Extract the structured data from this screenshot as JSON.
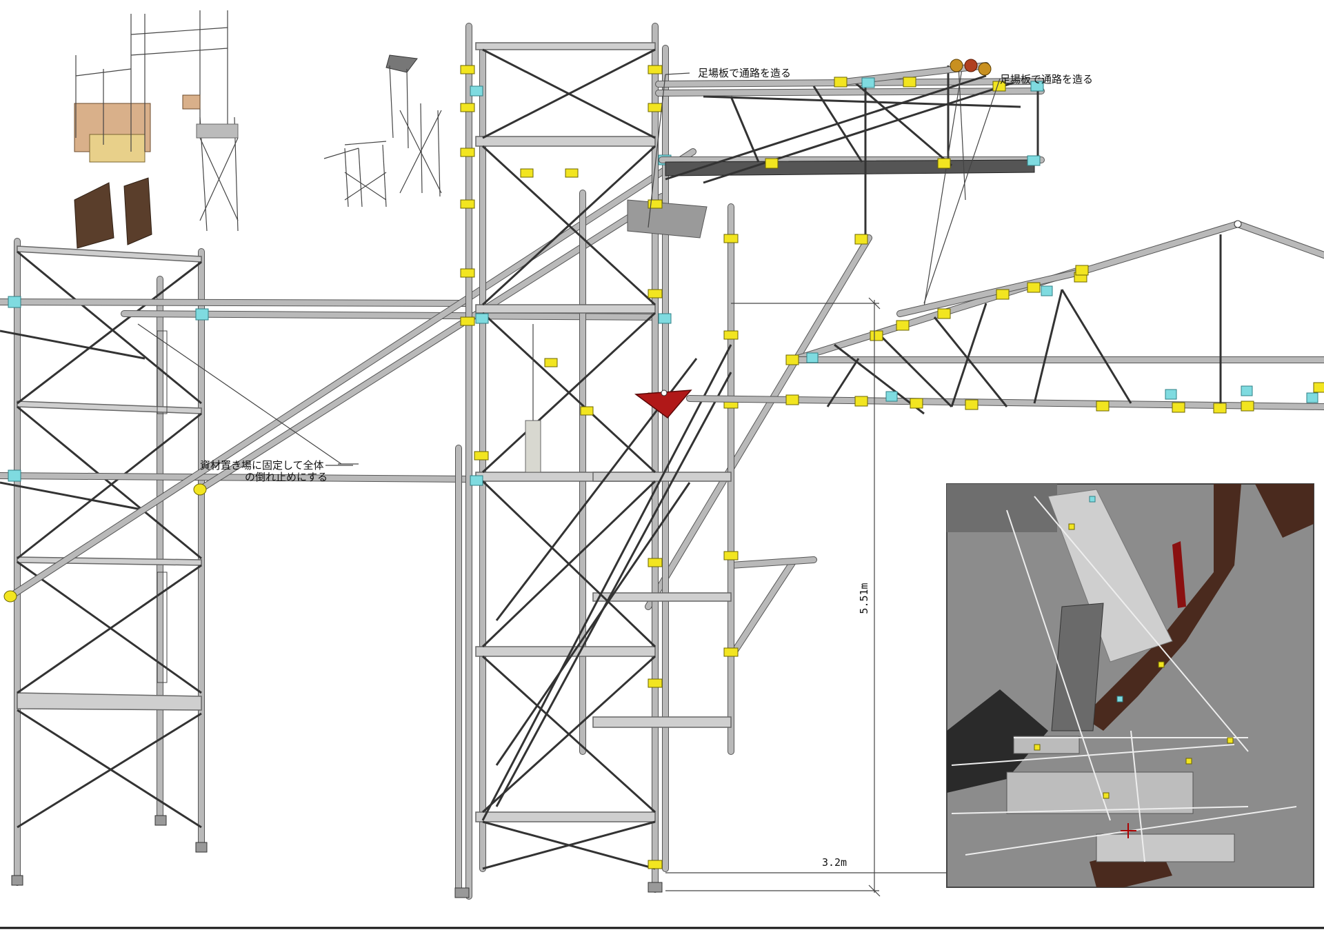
{
  "annotations": {
    "walkway_top": "足場板で通路を造る",
    "walkway_right": "足場板で通路を造る",
    "anchor_line1": "資材置き場に固定して全体",
    "anchor_line2": "の倒れ止めにする"
  },
  "dimensions": {
    "height": "5.51m",
    "width": "3.2m"
  },
  "colors": {
    "pipe": "#b9b9b9",
    "clamp_yellow": "#f2e520",
    "clamp_cyan": "#7fdbe0",
    "gusset_red": "#b01818",
    "inset_ground": "#8c8c8c",
    "inset_tree": "#4a2a1e"
  },
  "icons": {
    "thumbnails": "scaffold-thumbnail-icon",
    "gusset": "red-gusset-plate-icon"
  }
}
